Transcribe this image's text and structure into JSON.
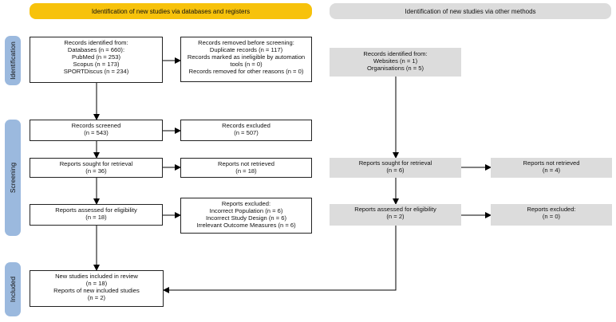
{
  "headers": {
    "databases": "Identification of new studies via databases and registers",
    "other": "Identification of new studies via other methods"
  },
  "phases": {
    "identification": "Identification",
    "screening": "Screening",
    "included": "Included"
  },
  "boxes": {
    "identified": {
      "lines": [
        "Records identified from:",
        "Databases (n = 660):",
        "PubMed (n = 253)",
        "Scopus (n = 173)",
        "SPORTDiscus (n = 234)"
      ]
    },
    "removed": {
      "lines": [
        "Records removed before screening:",
        "Duplicate records (n = 117)",
        "Records marked as ineligible by automation",
        "tools (n = 0)",
        "Records removed for other reasons (n = 0)"
      ]
    },
    "screened": {
      "lines": [
        "Records screened",
        "(n = 543)"
      ]
    },
    "excluded": {
      "lines": [
        "Records excluded",
        "(n = 507)"
      ]
    },
    "sought": {
      "lines": [
        "Reports sought for retrieval",
        "(n = 36)"
      ]
    },
    "not_retrieved": {
      "lines": [
        "Reports not retrieved",
        "(n = 18)"
      ]
    },
    "assessed": {
      "lines": [
        "Reports assessed for eligibility",
        "(n = 18)"
      ]
    },
    "reports_excluded": {
      "lines": [
        "Reports excluded:",
        "Incorrect Population (n = 6)",
        "Incorrect Study Design (n = 6)",
        "Irrelevant Outcome Measures (n = 6)"
      ]
    },
    "included": {
      "lines": [
        "New studies included in review",
        "(n = 18)",
        "Reports of new included studies",
        "(n = 2)"
      ]
    },
    "other_identified": {
      "lines": [
        "Records identified from:",
        "Websites (n = 1)",
        "Organisations (n = 5)"
      ]
    },
    "other_sought": {
      "lines": [
        "Reports sought for retrieval",
        "(n = 6)"
      ]
    },
    "other_not_retrieved": {
      "lines": [
        "Reports not retrieved",
        "(n = 4)"
      ]
    },
    "other_assessed": {
      "lines": [
        "Reports assessed for eligibility",
        "(n = 2)"
      ]
    },
    "other_excluded": {
      "lines": [
        "Reports excluded:",
        "(n = 0)"
      ]
    }
  }
}
